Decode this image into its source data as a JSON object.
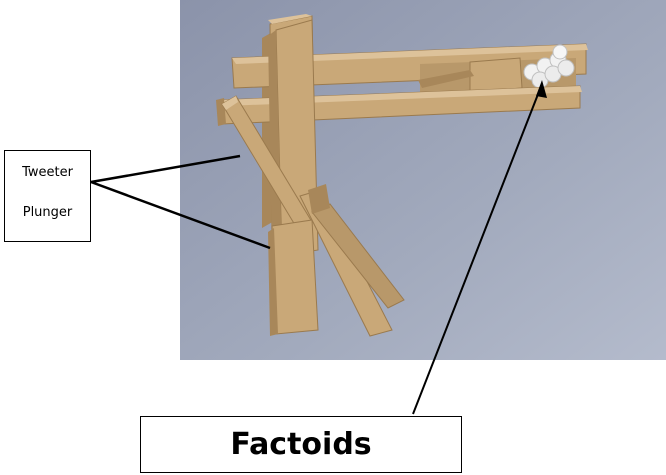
{
  "labels": {
    "tweeter": "Tweeter",
    "plunger": "Plunger",
    "factoids": "Factoids"
  },
  "colors": {
    "background_panel": "#9ba3b8",
    "wood": "#c9a878",
    "wood_dark": "#a8875a",
    "wood_light": "#ddc29a",
    "factoid_tips": "#f2f2f2",
    "callout_line": "#000000"
  }
}
